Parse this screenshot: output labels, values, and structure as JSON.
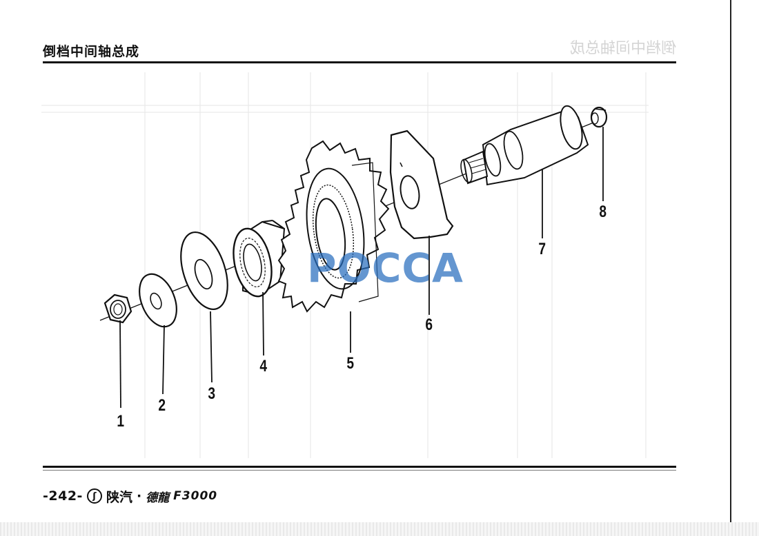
{
  "page": {
    "title": "倒档中间轴总成",
    "ghost_title": "倒档中间轴总成"
  },
  "diagram": {
    "callouts": [
      "1",
      "2",
      "3",
      "4",
      "5",
      "6",
      "7",
      "8"
    ],
    "watermark": "POCCA",
    "colors": {
      "watermark": "#286ebe",
      "ink": "#111111"
    }
  },
  "footer": {
    "page_number": "-242-",
    "brand_logo_glyph": "ʃ",
    "brand_name": "陕汽",
    "brand_dot": "·",
    "brand_series": "德龍",
    "brand_model": "F3000"
  }
}
